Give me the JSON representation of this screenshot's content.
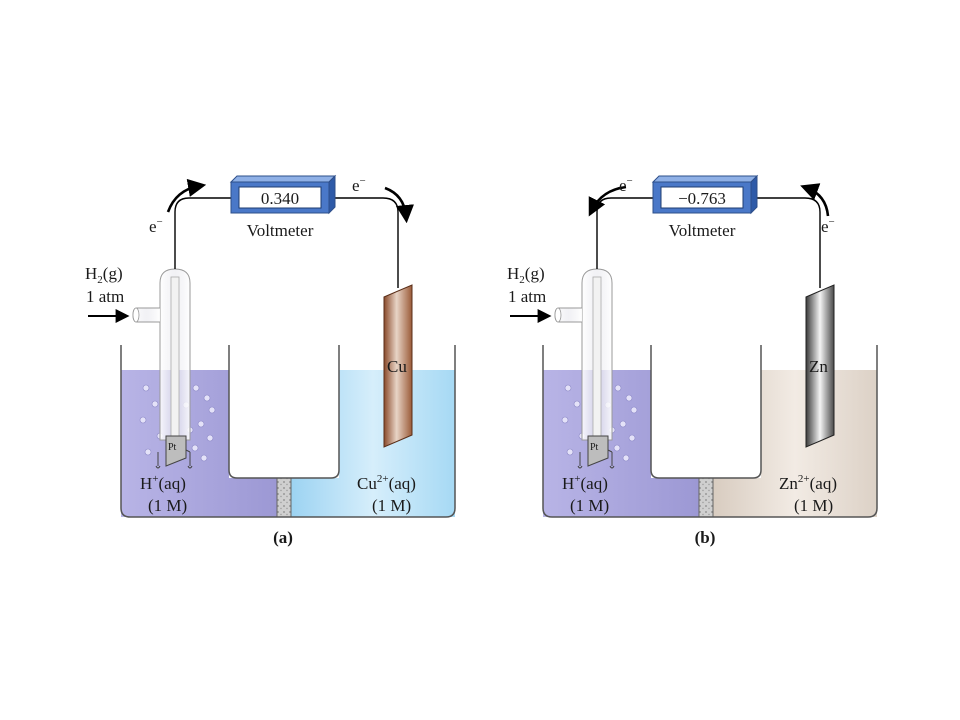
{
  "cells": [
    {
      "id": "a",
      "caption": "(a)",
      "voltmeter_reading": "0.340",
      "voltmeter_label": "Voltmeter",
      "gas_label": "H",
      "gas_sub": "2",
      "gas_state": "(g)",
      "pressure": "1 atm",
      "electrode_label": "Pt",
      "metal_label": "Cu",
      "left_ion": "H",
      "left_ion_sup": "+",
      "left_ion_state": "(aq)",
      "left_conc": "(1 M)",
      "right_ion": "Cu",
      "right_ion_sup": "2+",
      "right_ion_state": "(aq)",
      "right_conc": "(1 M)",
      "electron_left": "e",
      "electron_right": "e",
      "electron_sign": "−",
      "right_solution_color": "#bfe2f5",
      "metal_color": "#b07050",
      "flow": "hydrogen-to-metal"
    },
    {
      "id": "b",
      "caption": "(b)",
      "voltmeter_reading": "−0.763",
      "voltmeter_label": "Voltmeter",
      "gas_label": "H",
      "gas_sub": "2",
      "gas_state": "(g)",
      "pressure": "1 atm",
      "electrode_label": "Pt",
      "metal_label": "Zn",
      "left_ion": "H",
      "left_ion_sup": "+",
      "left_ion_state": "(aq)",
      "left_conc": "(1 M)",
      "right_ion": "Zn",
      "right_ion_sup": "2+",
      "right_ion_state": "(aq)",
      "right_conc": "(1 M)",
      "electron_left": "e",
      "electron_right": "e",
      "electron_sign": "−",
      "right_solution_color": "#e8ddd2",
      "metal_color": "#8a8a8a",
      "flow": "metal-to-hydrogen"
    }
  ],
  "colors": {
    "acid_solution": "#a9a6dc",
    "voltmeter_body": "#4a78c8",
    "voltmeter_face": "#ffffff",
    "wire": "#000000"
  }
}
